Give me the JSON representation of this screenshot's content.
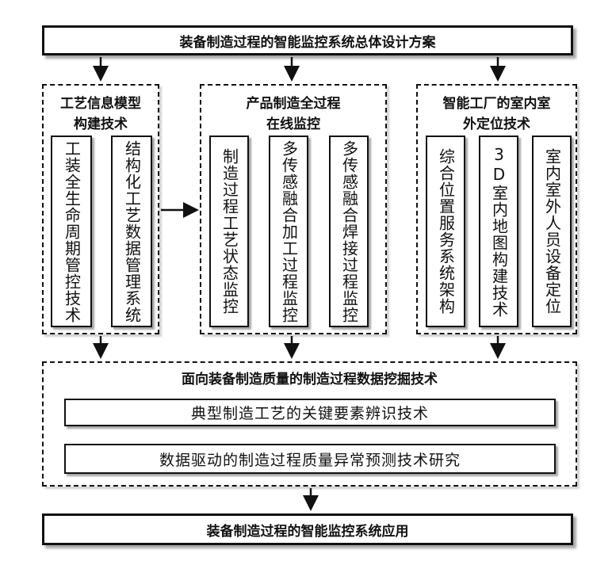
{
  "top_box": "装备制造过程的智能监控系统总体设计方案",
  "groups": [
    {
      "title_lines": [
        "工艺信息模型",
        "构建技术"
      ],
      "items": [
        "工装全生命周期管控技术",
        "结构化工艺数据管理系统"
      ]
    },
    {
      "title_lines": [
        "产品制造全过程",
        "在线监控"
      ],
      "items": [
        "制造过程工艺状态监控",
        "多传感融合加工过程监控",
        "多传感融合焊接过程监控"
      ]
    },
    {
      "title_lines": [
        "智能工厂的室内室",
        "外定位技术"
      ],
      "items": [
        "综合位置服务系统架构",
        "3D室内地图构建技术",
        "室内室外人员设备定位"
      ]
    }
  ],
  "mining": {
    "title": "面向装备制造质量的制造过程数据挖掘技术",
    "items": [
      "典型制造工艺的关键要素辨识技术",
      "数据驱动的制造过程质量异常预测技术研究"
    ]
  },
  "bottom_box": "装备制造过程的智能监控系统应用"
}
